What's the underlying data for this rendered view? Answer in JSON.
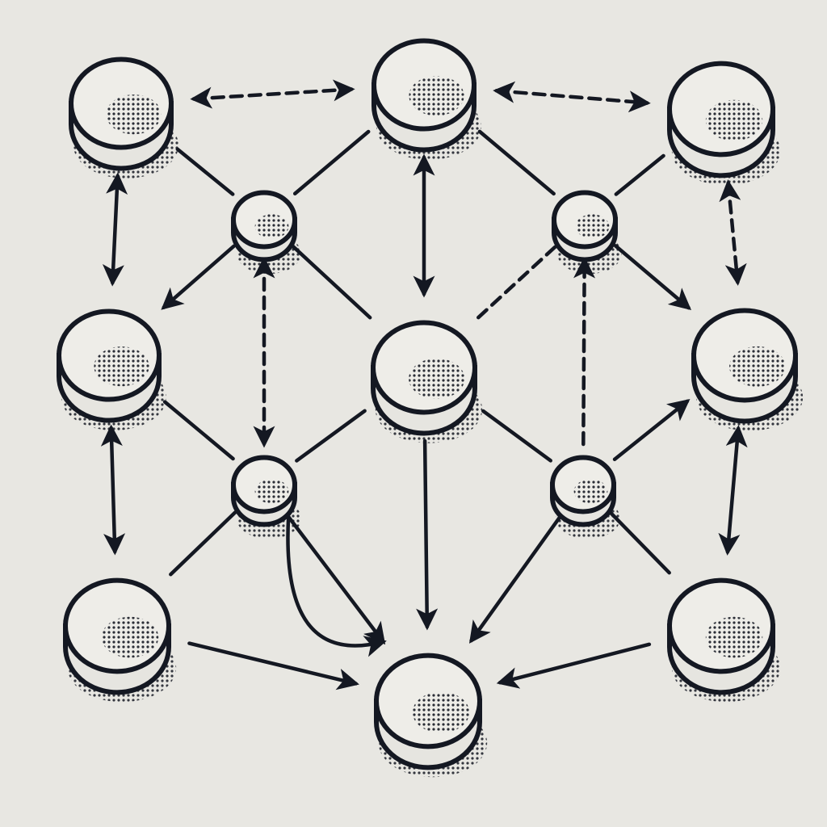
{
  "diagram": {
    "colors": {
      "background": "#e8e7e2",
      "ink": "#141822",
      "node_fill": "#eeede8"
    },
    "nodes": [
      {
        "id": "db-top-left",
        "kind": "large"
      },
      {
        "id": "db-top-center",
        "kind": "large"
      },
      {
        "id": "db-top-right",
        "kind": "large"
      },
      {
        "id": "db-mid-left",
        "kind": "large"
      },
      {
        "id": "db-center",
        "kind": "large"
      },
      {
        "id": "db-mid-right",
        "kind": "large"
      },
      {
        "id": "db-bottom-left",
        "kind": "large"
      },
      {
        "id": "db-bottom-center",
        "kind": "large"
      },
      {
        "id": "db-bottom-right",
        "kind": "large"
      },
      {
        "id": "hub-upper-left",
        "kind": "small"
      },
      {
        "id": "hub-upper-right",
        "kind": "small"
      },
      {
        "id": "hub-lower-left",
        "kind": "small"
      },
      {
        "id": "hub-lower-right",
        "kind": "small"
      }
    ],
    "connections": [
      {
        "from": "db-top-left",
        "to": "db-top-center",
        "direction": "both",
        "style": "dashed"
      },
      {
        "from": "db-top-center",
        "to": "db-top-right",
        "direction": "both",
        "style": "dashed"
      },
      {
        "from": "db-top-left",
        "to": "db-mid-left",
        "direction": "both",
        "style": "solid"
      },
      {
        "from": "db-top-right",
        "to": "db-mid-right",
        "direction": "both",
        "style": "dashed"
      },
      {
        "from": "db-mid-left",
        "to": "db-bottom-left",
        "direction": "both",
        "style": "solid"
      },
      {
        "from": "db-mid-right",
        "to": "db-bottom-right",
        "direction": "both",
        "style": "solid"
      },
      {
        "from": "db-top-center",
        "to": "db-center",
        "direction": "both",
        "style": "solid"
      },
      {
        "from": "hub-upper-left",
        "to": "hub-lower-left",
        "direction": "both",
        "style": "dashed"
      },
      {
        "from": "hub-lower-right",
        "to": "hub-upper-right",
        "direction": "forward",
        "style": "dashed"
      },
      {
        "from": "db-center",
        "to": "db-bottom-center",
        "direction": "forward",
        "style": "solid"
      },
      {
        "from": "db-bottom-left",
        "to": "db-bottom-center",
        "direction": "forward",
        "style": "solid"
      },
      {
        "from": "db-bottom-right",
        "to": "db-bottom-center",
        "direction": "forward",
        "style": "solid"
      },
      {
        "from": "db-top-left",
        "to": "hub-upper-left",
        "direction": "none",
        "style": "solid"
      },
      {
        "from": "db-top-center",
        "to": "hub-upper-left",
        "direction": "none",
        "style": "solid"
      },
      {
        "from": "hub-upper-left",
        "to": "db-mid-left",
        "direction": "forward",
        "style": "solid"
      },
      {
        "from": "hub-upper-left",
        "to": "db-center",
        "direction": "none",
        "style": "solid"
      },
      {
        "from": "db-top-center",
        "to": "hub-upper-right",
        "direction": "none",
        "style": "solid"
      },
      {
        "from": "db-top-right",
        "to": "hub-upper-right",
        "direction": "none",
        "style": "solid"
      },
      {
        "from": "hub-upper-right",
        "to": "db-mid-right",
        "direction": "forward",
        "style": "solid"
      },
      {
        "from": "hub-upper-right",
        "to": "db-center",
        "direction": "none",
        "style": "dashed"
      },
      {
        "from": "db-mid-left",
        "to": "hub-lower-left",
        "direction": "none",
        "style": "solid"
      },
      {
        "from": "db-center",
        "to": "hub-lower-left",
        "direction": "none",
        "style": "solid"
      },
      {
        "from": "hub-lower-left",
        "to": "db-bottom-left",
        "direction": "none",
        "style": "solid"
      },
      {
        "from": "hub-lower-left",
        "to": "db-bottom-center",
        "direction": "forward",
        "style": "solid"
      },
      {
        "from": "hub-lower-left",
        "to": "db-bottom-center",
        "direction": "forward",
        "style": "curved"
      },
      {
        "from": "db-center",
        "to": "hub-lower-right",
        "direction": "none",
        "style": "solid"
      },
      {
        "from": "hub-lower-right",
        "to": "db-mid-right",
        "direction": "forward",
        "style": "solid"
      },
      {
        "from": "hub-lower-right",
        "to": "db-bottom-center",
        "direction": "forward",
        "style": "solid"
      },
      {
        "from": "hub-lower-right",
        "to": "db-bottom-right",
        "direction": "none",
        "style": "solid"
      }
    ]
  }
}
